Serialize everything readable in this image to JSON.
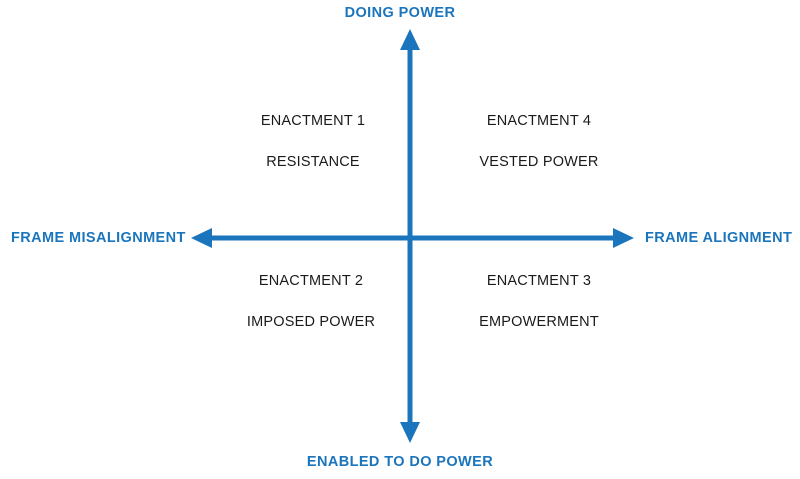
{
  "diagram": {
    "title_visible": false,
    "background_color": "#ffffff",
    "accent_color": "#1b75bc",
    "text_color": "#1a1a1a",
    "axes": {
      "vertical": {
        "top_label": "DOING POWER",
        "bottom_label": "ENABLED TO DO POWER"
      },
      "horizontal": {
        "left_label": "FRAME MISALIGNMENT",
        "right_label": "FRAME ALIGNMENT"
      }
    },
    "quadrants": [
      {
        "id": "upper-left",
        "enactment": "ENACTMENT 1",
        "name": "RESISTANCE"
      },
      {
        "id": "upper-right",
        "enactment": "ENACTMENT 4",
        "name": "VESTED POWER"
      },
      {
        "id": "lower-left",
        "enactment": "ENACTMENT 2",
        "name": "IMPOSED POWER"
      },
      {
        "id": "lower-right",
        "enactment": "ENACTMENT 3",
        "name": "EMPOWERMENT"
      }
    ],
    "icons": {
      "arrow_up": "arrow-up-icon",
      "arrow_down": "arrow-down-icon",
      "arrow_left": "arrow-left-icon",
      "arrow_right": "arrow-right-icon"
    }
  },
  "chart_data": {
    "type": "scatter",
    "title": "Power enactment quadrant framework",
    "xlabel": "Frame alignment",
    "ylabel": "Power",
    "x_axis_left": "FRAME MISALIGNMENT",
    "x_axis_right": "FRAME ALIGNMENT",
    "y_axis_top": "DOING POWER",
    "y_axis_bottom": "ENABLED TO DO POWER",
    "grid": false,
    "legend": "none",
    "categories": [
      "ENACTMENT 1",
      "ENACTMENT 2",
      "ENACTMENT 3",
      "ENACTMENT 4"
    ],
    "points": [
      {
        "label": "ENACTMENT 1",
        "name": "RESISTANCE",
        "quadrant": "upper-left",
        "x": -1,
        "y": 1
      },
      {
        "label": "ENACTMENT 2",
        "name": "IMPOSED POWER",
        "quadrant": "lower-left",
        "x": -1,
        "y": -1
      },
      {
        "label": "ENACTMENT 3",
        "name": "EMPOWERMENT",
        "quadrant": "lower-right",
        "x": 1,
        "y": -1
      },
      {
        "label": "ENACTMENT 4",
        "name": "VESTED POWER",
        "quadrant": "upper-right",
        "x": 1,
        "y": 1
      }
    ]
  }
}
